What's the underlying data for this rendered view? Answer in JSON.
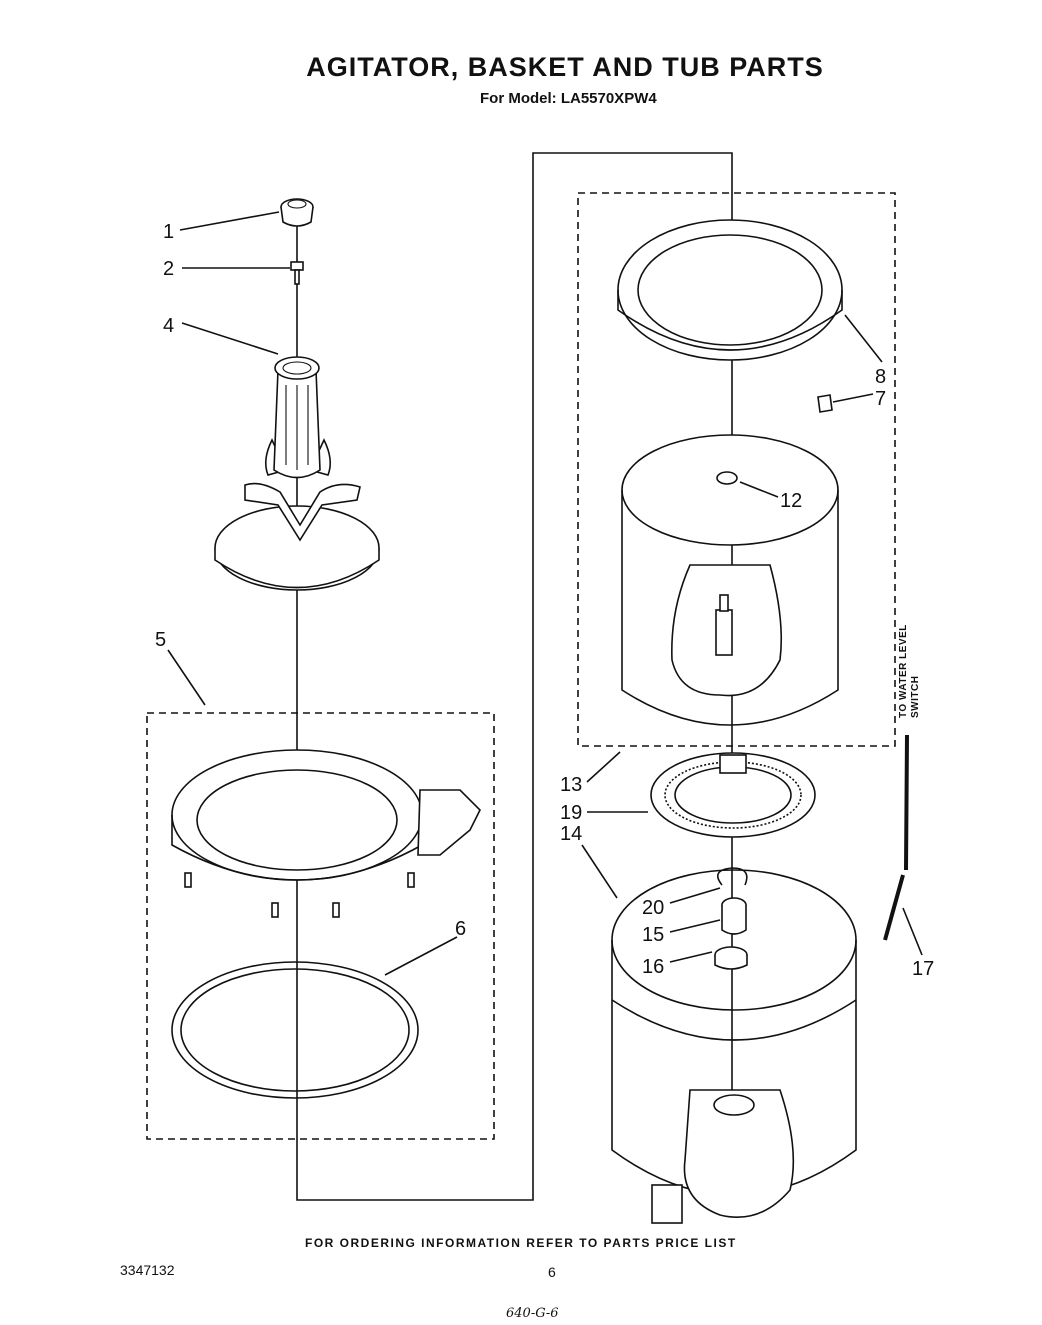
{
  "header": {
    "title": "AGITATOR, BASKET AND TUB PARTS",
    "subtitle": "For Model: LA5570XPW4"
  },
  "callouts": {
    "c1": "1",
    "c2": "2",
    "c4": "4",
    "c5": "5",
    "c6": "6",
    "c7": "7",
    "c8": "8",
    "c12": "12",
    "c13": "13",
    "c14": "14",
    "c15": "15",
    "c16": "16",
    "c17": "17",
    "c19": "19",
    "c20": "20"
  },
  "hose_label": {
    "line1": "TO WATER LEVEL",
    "line2": "SWITCH"
  },
  "footer": {
    "ordering_note": "FOR ORDERING INFORMATION REFER TO PARTS PRICE LIST",
    "doc_number": "3347132",
    "page_number": "6",
    "handwritten": "640-G-6"
  }
}
